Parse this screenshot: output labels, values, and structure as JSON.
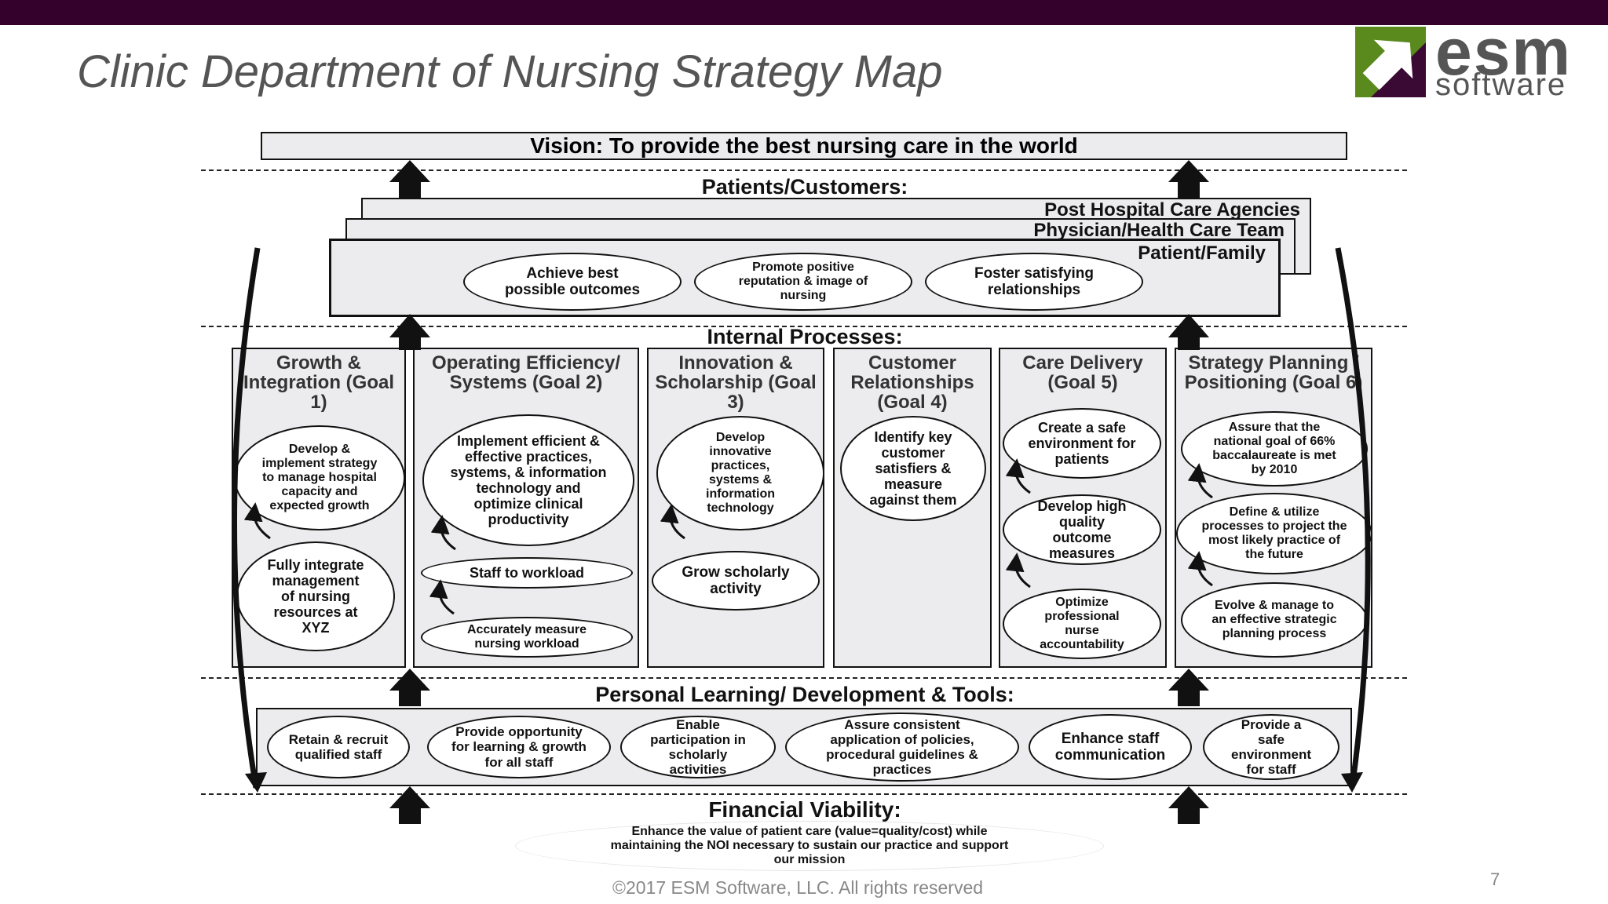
{
  "title": "Clinic Department of Nursing Strategy Map",
  "logo": {
    "line1": "esm",
    "line2": "software"
  },
  "vision": "Vision:   To provide the best nursing care in the world",
  "patients": {
    "heading": "Patients/Customers:",
    "layers": [
      "Post Hospital Care Agencies",
      "Physician/Health Care Team",
      "Patient/Family"
    ],
    "objectives": [
      "Achieve best possible outcomes",
      "Promote positive reputation & image of nursing",
      "Foster satisfying relationships"
    ]
  },
  "internal": {
    "heading": "Internal Processes:",
    "columns": [
      {
        "title": "Growth & Integration (Goal 1)",
        "items": [
          "Develop & implement strategy to manage hospital capacity and expected growth",
          "Fully integrate management of nursing resources at XYZ"
        ]
      },
      {
        "title": "Operating Efficiency/ Systems (Goal 2)",
        "items": [
          "Implement efficient & effective practices, systems, & information technology and optimize clinical productivity",
          "Staff to workload",
          "Accurately measure nursing workload"
        ]
      },
      {
        "title": "Innovation & Scholarship (Goal 3)",
        "items": [
          "Develop innovative practices, systems & information technology",
          "Grow scholarly activity"
        ]
      },
      {
        "title": "Customer Relationships (Goal 4)",
        "items": [
          "Identify key customer satisfiers & measure against them"
        ]
      },
      {
        "title": "Care Delivery (Goal 5)",
        "items": [
          "Create a safe environment for patients",
          "Develop high quality outcome measures",
          "Optimize professional nurse accountability"
        ]
      },
      {
        "title": "Strategy Planning / Positioning (Goal 6)",
        "items": [
          "Assure that the national goal of 66% baccalaureate is met by 2010",
          "Define & utilize processes to project the most likely practice of the future",
          "Evolve & manage to an effective strategic planning process"
        ]
      }
    ]
  },
  "learning": {
    "heading": "Personal Learning/ Development & Tools:",
    "items": [
      "Retain & recruit qualified staff",
      "Provide opportunity for learning & growth for all staff",
      "Enable participation in scholarly activities",
      "Assure consistent application of policies, procedural guidelines & practices",
      "Enhance staff communication",
      "Provide a safe environment for staff"
    ]
  },
  "financial": {
    "heading": "Financial Viability:",
    "text": "Enhance the value of patient care (value=quality/cost) while maintaining the NOI necessary to sustain our practice and support our mission"
  },
  "footer": "©2017 ESM Software, LLC.  All rights reserved",
  "page_number": "7",
  "colors": {
    "topbar": "#34002c",
    "logo_green": "#5a8a1e",
    "logo_purple": "#3a0a34",
    "panel": "#ececee"
  }
}
